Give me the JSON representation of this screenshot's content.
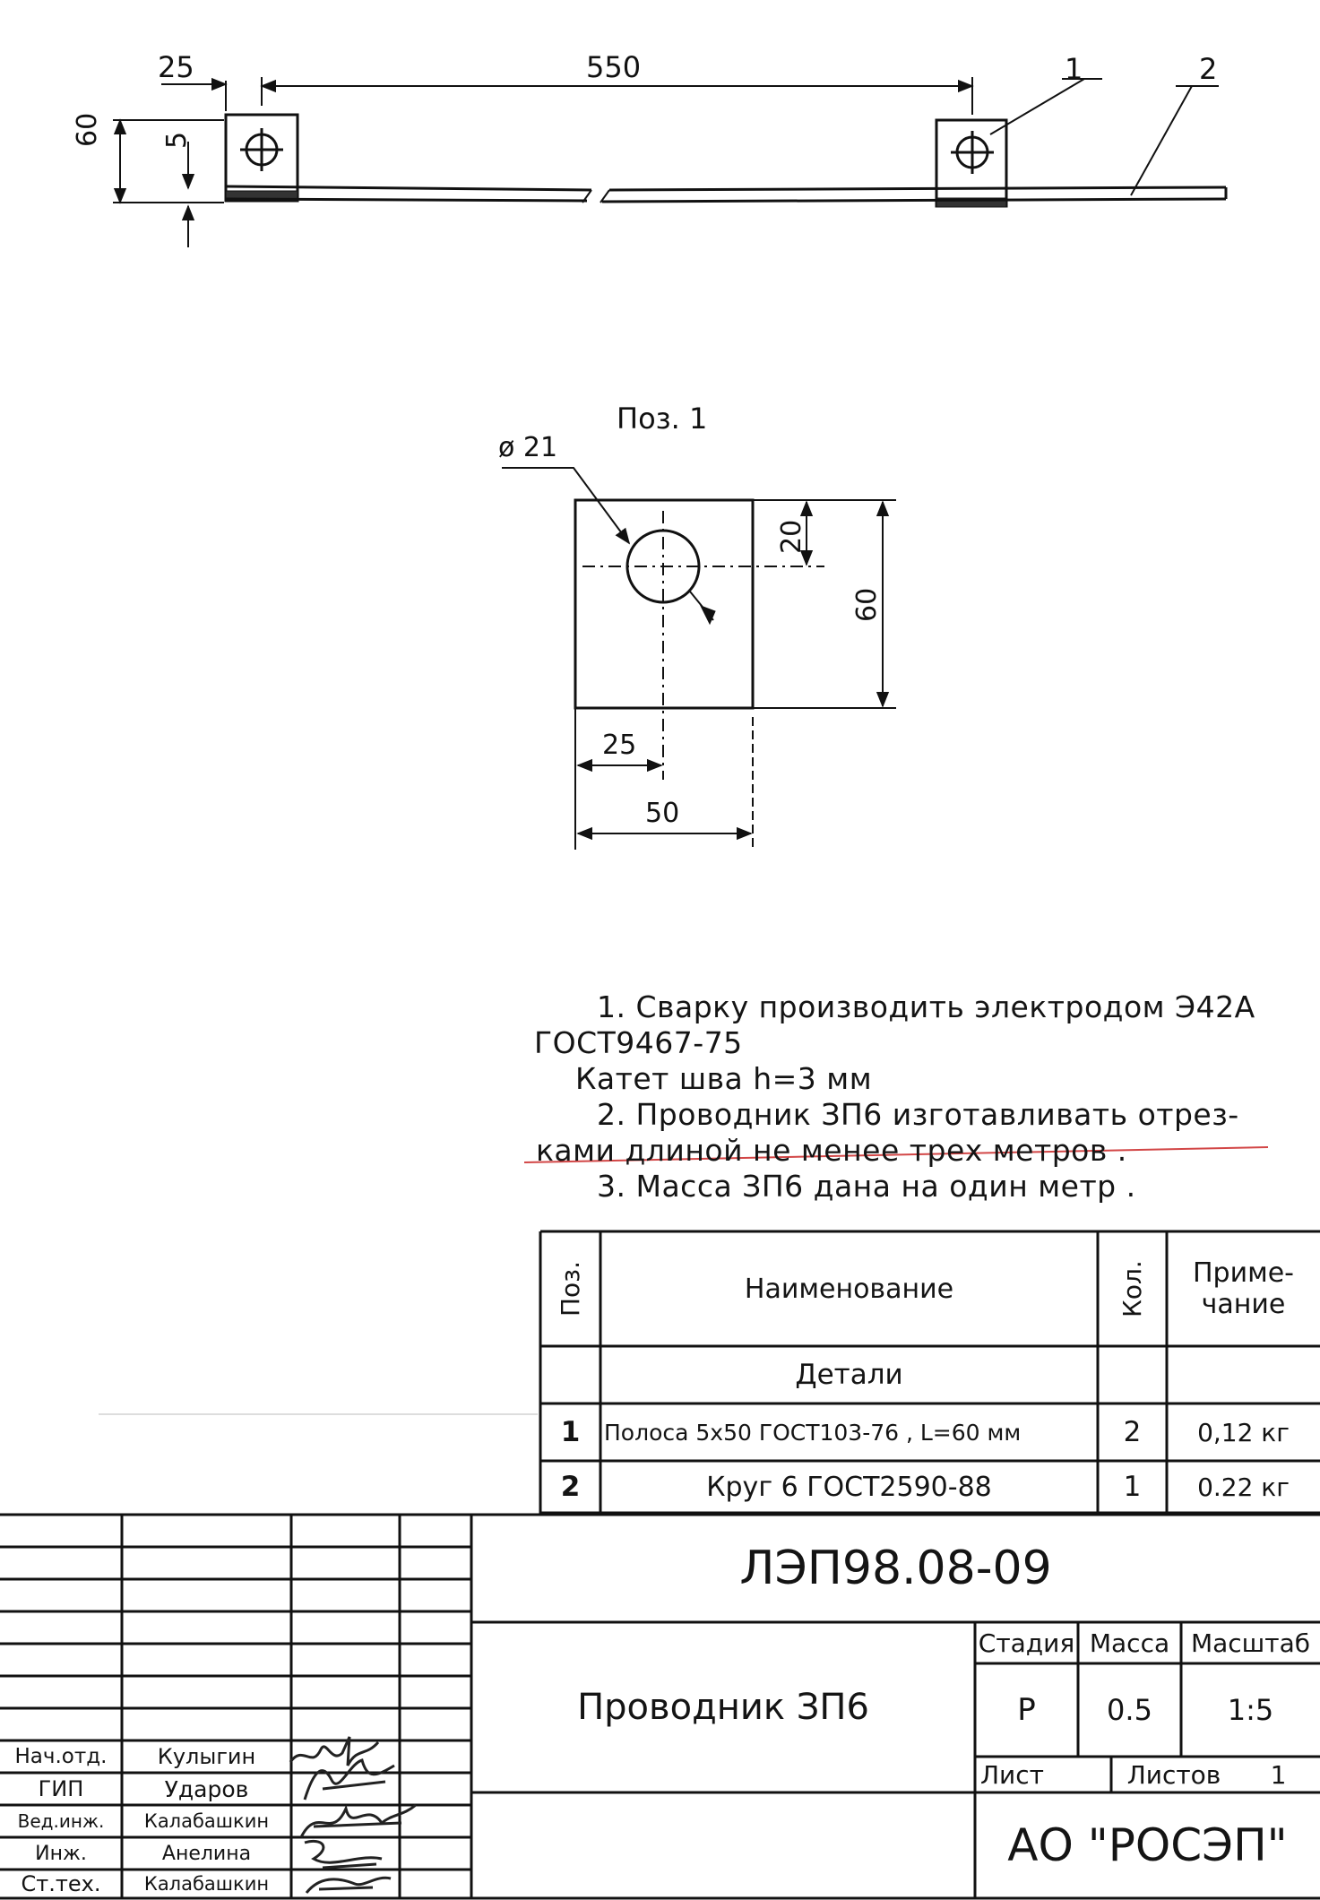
{
  "top_view": {
    "dim_offset": "25",
    "dim_length": "550",
    "dim_height": "60",
    "dim_thickness": "5",
    "callout_1": "1",
    "callout_2": "2"
  },
  "detail_view": {
    "title": "Поз. 1",
    "hole_diameter": "ø 21",
    "dim_hole_offset": "20",
    "dim_height": "60",
    "dim_hole_x": "25",
    "dim_width": "50"
  },
  "notes": [
    "1. Сварку производить электродом Э42А",
    "ГОСТ9467-75",
    "Катет шва h=3 мм",
    "2. Проводник ЗП6 изготавливать отрез-",
    "ками длиной не менее трех метров .",
    "3. Масса ЗП6 дана на один метр ."
  ],
  "spec_table": {
    "headers": {
      "pos": "Поз.",
      "name": "Наименование",
      "qty": "Кол.",
      "note_line1": "Приме-",
      "note_line2": "чание"
    },
    "section": "Детали",
    "rows": [
      {
        "pos": "1",
        "name": "Полоса 5х50 ГОСТ103-76 , L=60 мм",
        "qty": "2",
        "note": "0,12 кг"
      },
      {
        "pos": "2",
        "name": "Круг 6 ГОСТ2590-88",
        "qty": "1",
        "note": "0.22 кг"
      }
    ]
  },
  "title_block": {
    "doc_number": "ЛЭП98.08-09",
    "product_name": "Проводник ЗП6",
    "stage_label": "Стадия",
    "mass_label": "Масса",
    "scale_label": "Масштаб",
    "stage_value": "Р",
    "mass_value": "0.5",
    "scale_value": "1:5",
    "sheet_label": "Лист",
    "sheets_label": "Листов",
    "sheets_value": "1",
    "company": "АО \"РОСЭП\"",
    "roles": [
      {
        "role": "Нач.отд.",
        "name": "Кулыгин"
      },
      {
        "role": "ГИП",
        "name": "Ударов"
      },
      {
        "role": "Вед.инж.",
        "name": "Калабашкин"
      },
      {
        "role": "Инж.",
        "name": "Анелина"
      },
      {
        "role": "Ст.тех.",
        "name": "Калабашкин"
      }
    ]
  }
}
